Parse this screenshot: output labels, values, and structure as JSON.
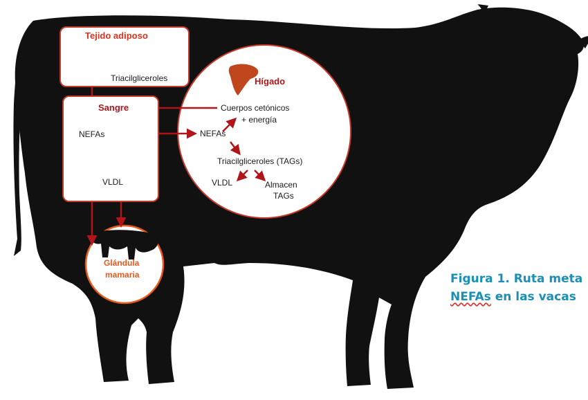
{
  "labels": {
    "adipose_title": "Tejido adiposo",
    "adipose_tag": "Triacilgliceroles",
    "blood_title": "Sangre",
    "blood_nefas": "NEFAs",
    "blood_vldl": "VLDL",
    "liver_title": "Hígado",
    "liver_ketones": "Cuerpos cetónicos",
    "liver_energy": "+ energía",
    "liver_nefas": "NEFAs",
    "liver_tags": "Triacilgliceroles (TAGs)",
    "liver_vldl": "VLDL",
    "liver_store": "Almacen",
    "liver_store2": "TAGs",
    "mammary_line1": "Glándula",
    "mammary_line2": "mamaria"
  },
  "caption": {
    "line1": "Figura 1. Ruta meta",
    "line2_word": "NEFAs",
    "line2_rest": " en las vacas"
  },
  "colors": {
    "cow": "#111111",
    "arrow": "#b0151a",
    "title_red": "#e0301e",
    "mammary_orange": "#e8591c",
    "caption_blue": "#1b8fb5"
  }
}
